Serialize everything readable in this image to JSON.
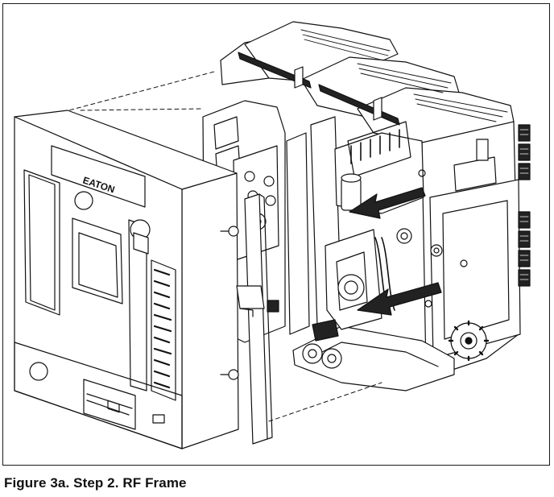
{
  "figure": {
    "caption": "Figure 3a. Step 2. RF Frame",
    "brand_logo_text": "EATON",
    "illustration_subject": "breaker-assembly-exploded-view"
  }
}
